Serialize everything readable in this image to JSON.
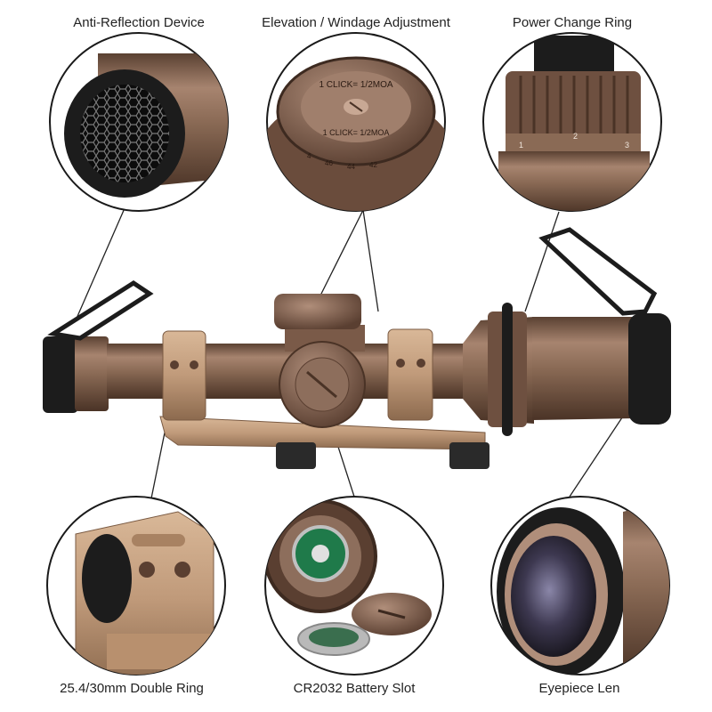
{
  "callouts": {
    "anti_reflection": "Anti-Reflection Device",
    "elevation_windage": "Elevation / Windage Adjustment",
    "power_ring": "Power Change Ring",
    "double_ring": "25.4/30mm Double Ring",
    "battery_slot": "CR2032 Battery Slot",
    "eyepiece": "Eyepiece Len"
  },
  "turret_markings": {
    "click_text": "1 CLICK= 1/2MOA",
    "scale_numbers": [
      "4",
      "46",
      "44",
      "42"
    ]
  },
  "power_ring_numbers": [
    "1",
    "2",
    "3"
  ],
  "colors": {
    "fde_body": "#8a6a55",
    "fde_light": "#b69380",
    "mount_tan": "#c09a7a",
    "black": "#1c1c1c",
    "battery_green": "#1f7a4a"
  }
}
